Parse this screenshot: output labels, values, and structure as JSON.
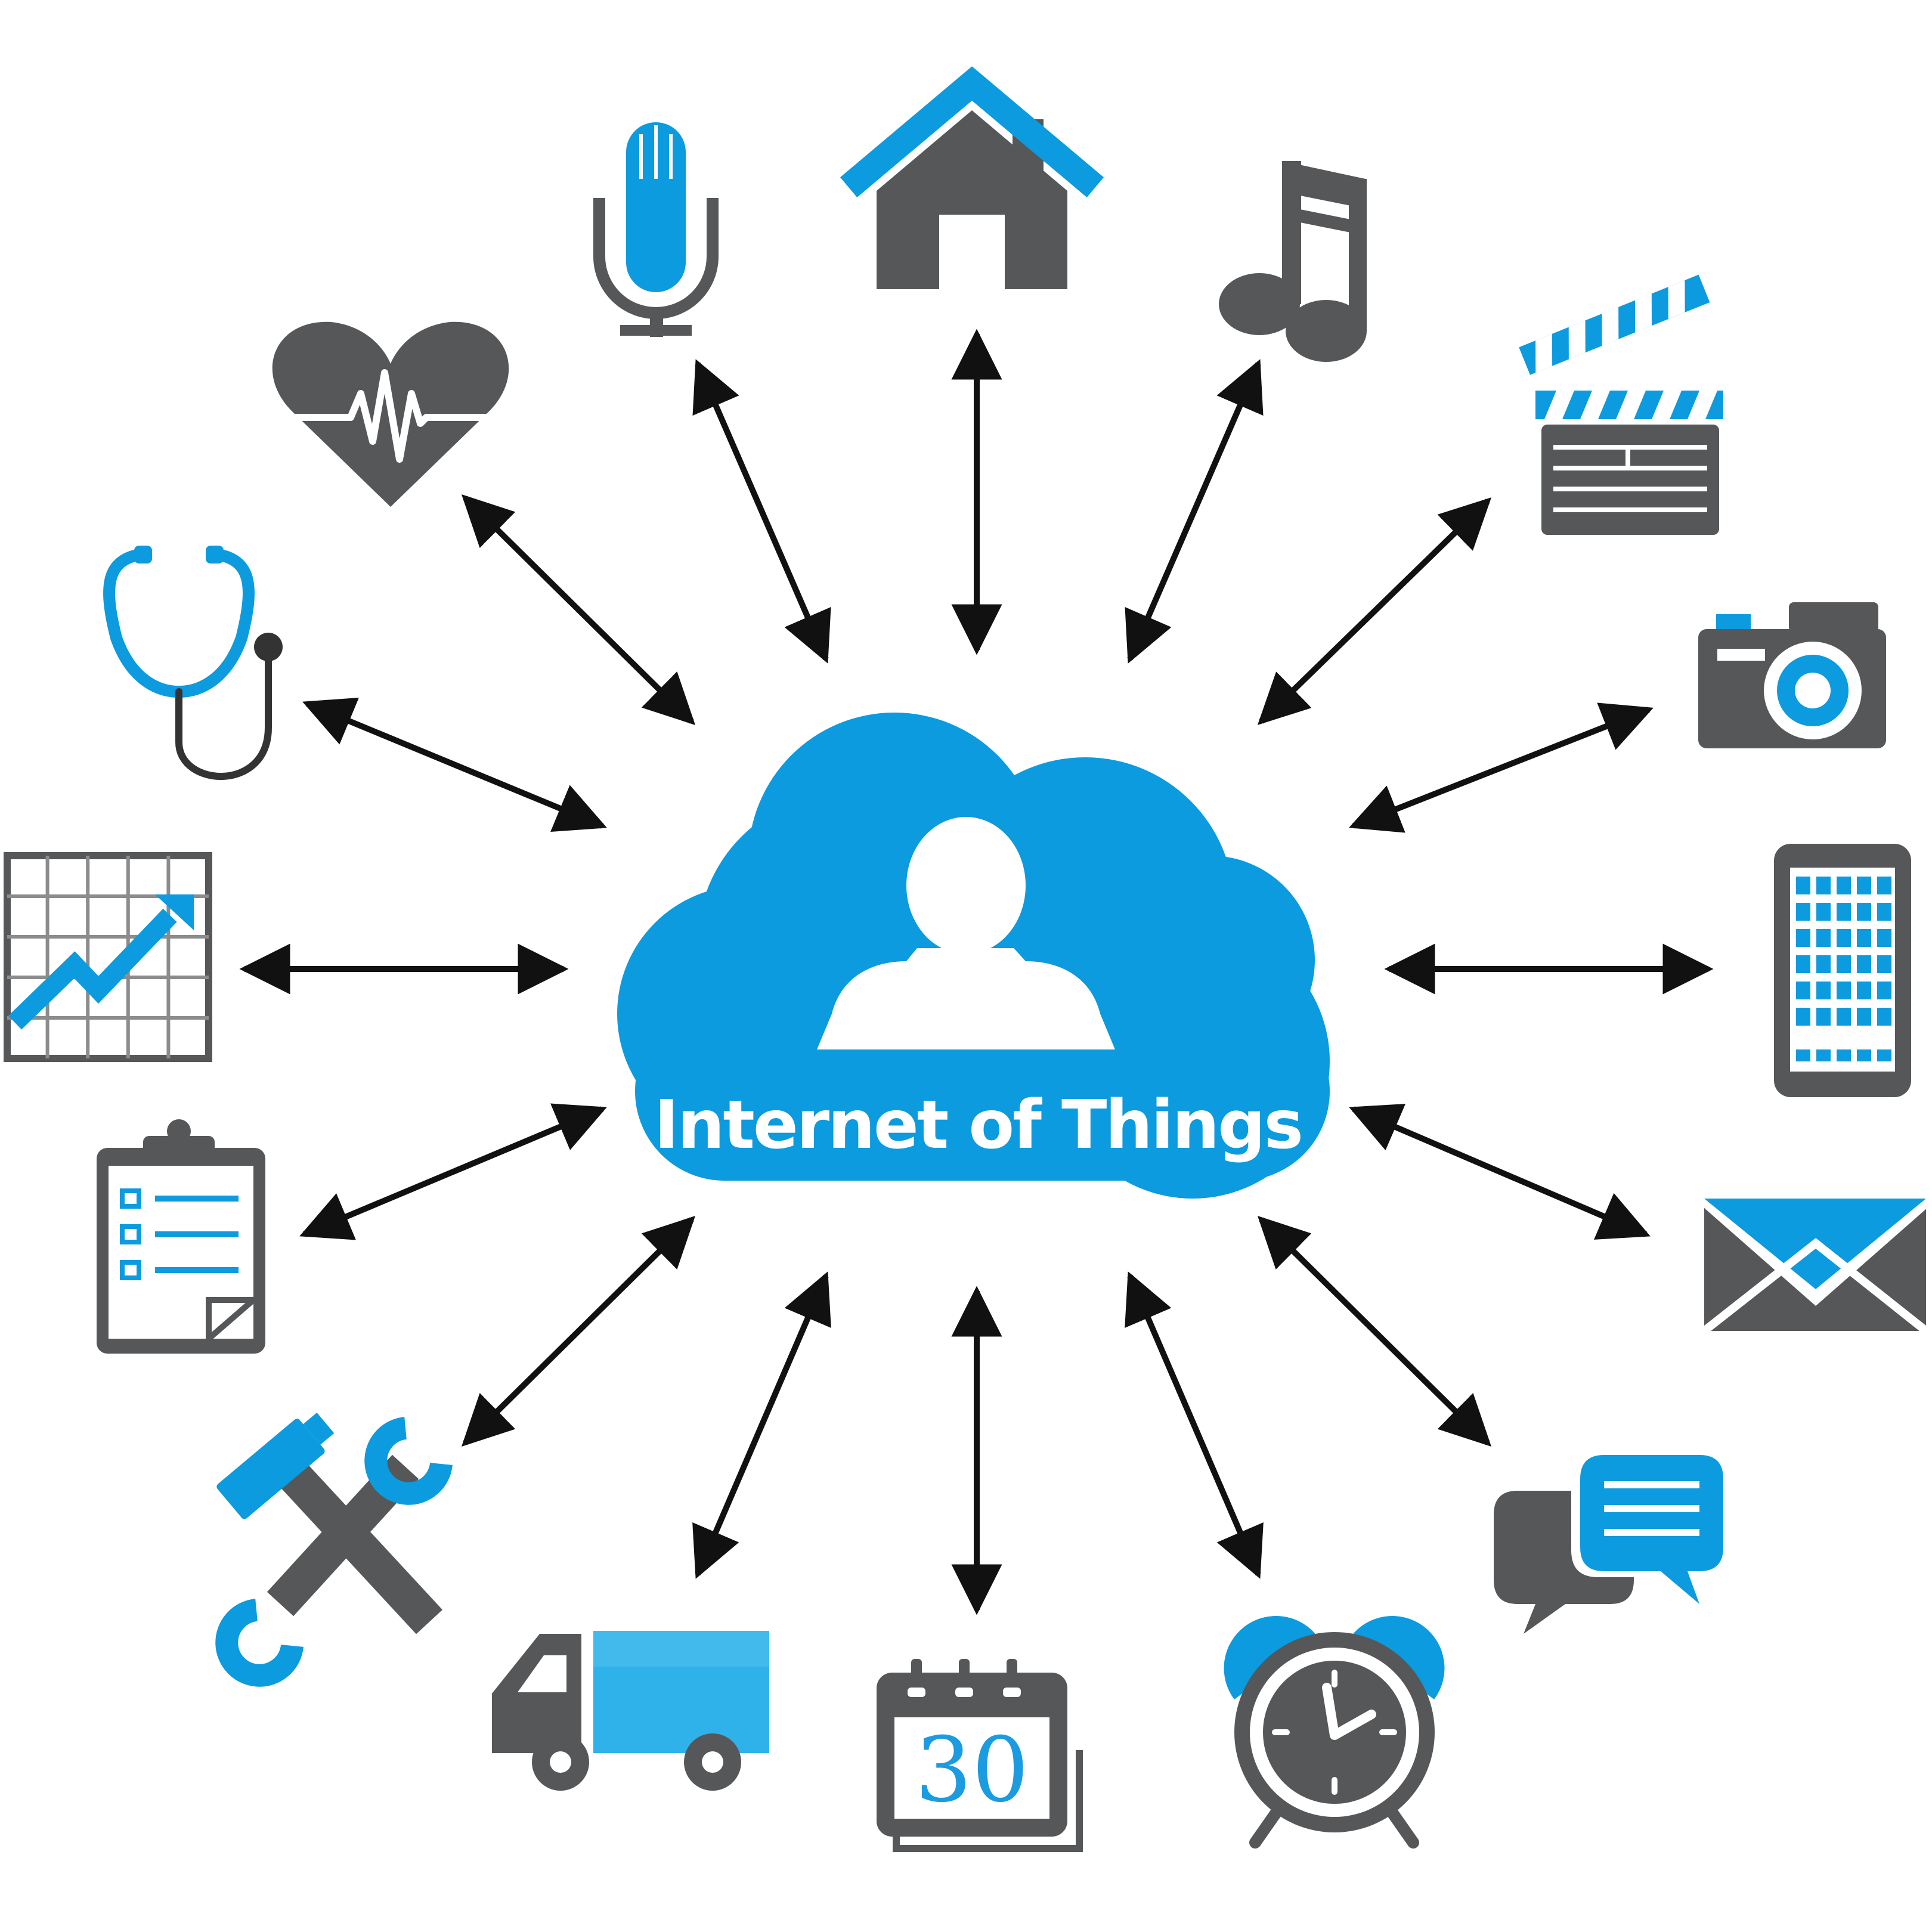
{
  "center": {
    "title": "Internet of Things",
    "icon": "person-icon"
  },
  "calendar_day": "30",
  "colors": {
    "blue": "#0b9bde",
    "blue_light": "#2fb2ea",
    "gray": "#555759",
    "arrow": "#111111",
    "background": "#ffffff"
  },
  "devices": [
    {
      "id": "home",
      "icon": "home-icon"
    },
    {
      "id": "music",
      "icon": "music-note-icon"
    },
    {
      "id": "clapperboard",
      "icon": "clapperboard-icon"
    },
    {
      "id": "camera",
      "icon": "camera-icon"
    },
    {
      "id": "smartphone",
      "icon": "smartphone-icon"
    },
    {
      "id": "email",
      "icon": "envelope-icon"
    },
    {
      "id": "chat",
      "icon": "chat-bubbles-icon"
    },
    {
      "id": "alarm-clock",
      "icon": "alarm-clock-icon"
    },
    {
      "id": "calendar",
      "icon": "calendar-icon"
    },
    {
      "id": "delivery-truck",
      "icon": "truck-icon"
    },
    {
      "id": "tools",
      "icon": "wrench-hammer-icon"
    },
    {
      "id": "clipboard",
      "icon": "clipboard-checklist-icon"
    },
    {
      "id": "growth-chart",
      "icon": "growth-chart-icon"
    },
    {
      "id": "stethoscope",
      "icon": "stethoscope-icon"
    },
    {
      "id": "heart-rate",
      "icon": "heart-rate-icon"
    },
    {
      "id": "microphone",
      "icon": "microphone-icon"
    }
  ]
}
